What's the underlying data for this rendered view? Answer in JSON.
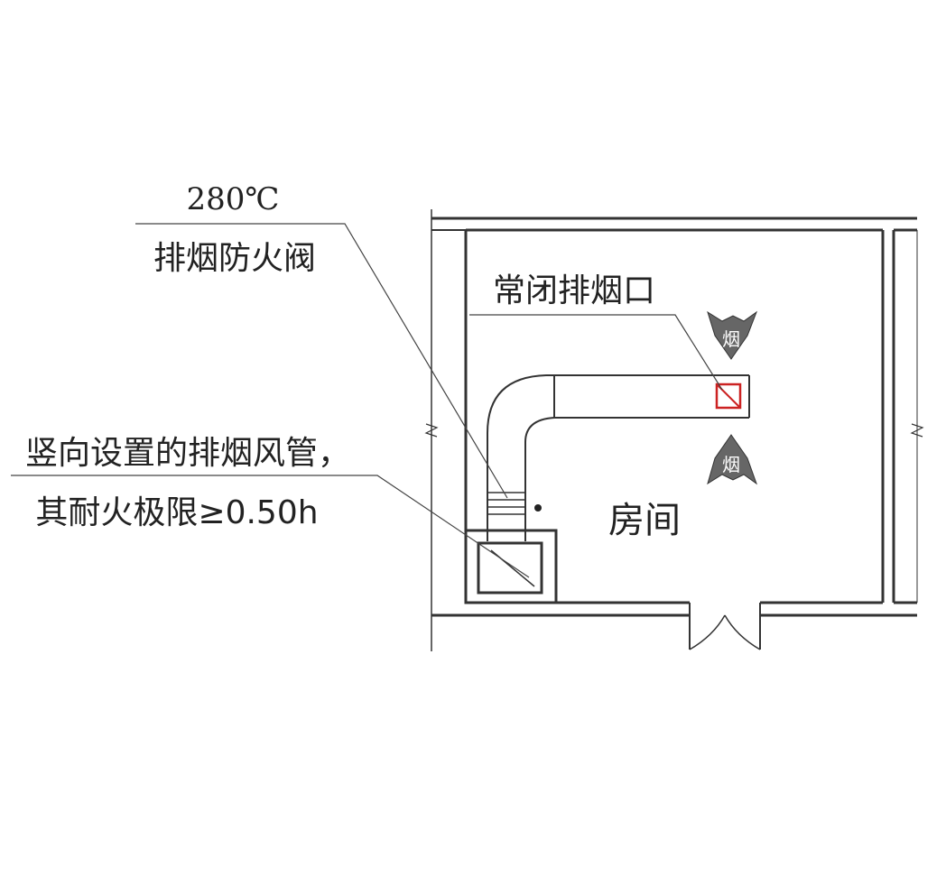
{
  "labels": {
    "damper_temp": "280℃",
    "damper_name": "排烟防火阀",
    "outlet_name": "常闭排烟口",
    "duct_line1": "竖向设置的排烟风管，",
    "duct_line2": "其耐火极限≥0.50h",
    "room_name": "房间",
    "smoke_glyph": "烟"
  },
  "colors": {
    "line": "#333333",
    "outlet": "#cc2222",
    "smoke_arrow": "#555555"
  }
}
